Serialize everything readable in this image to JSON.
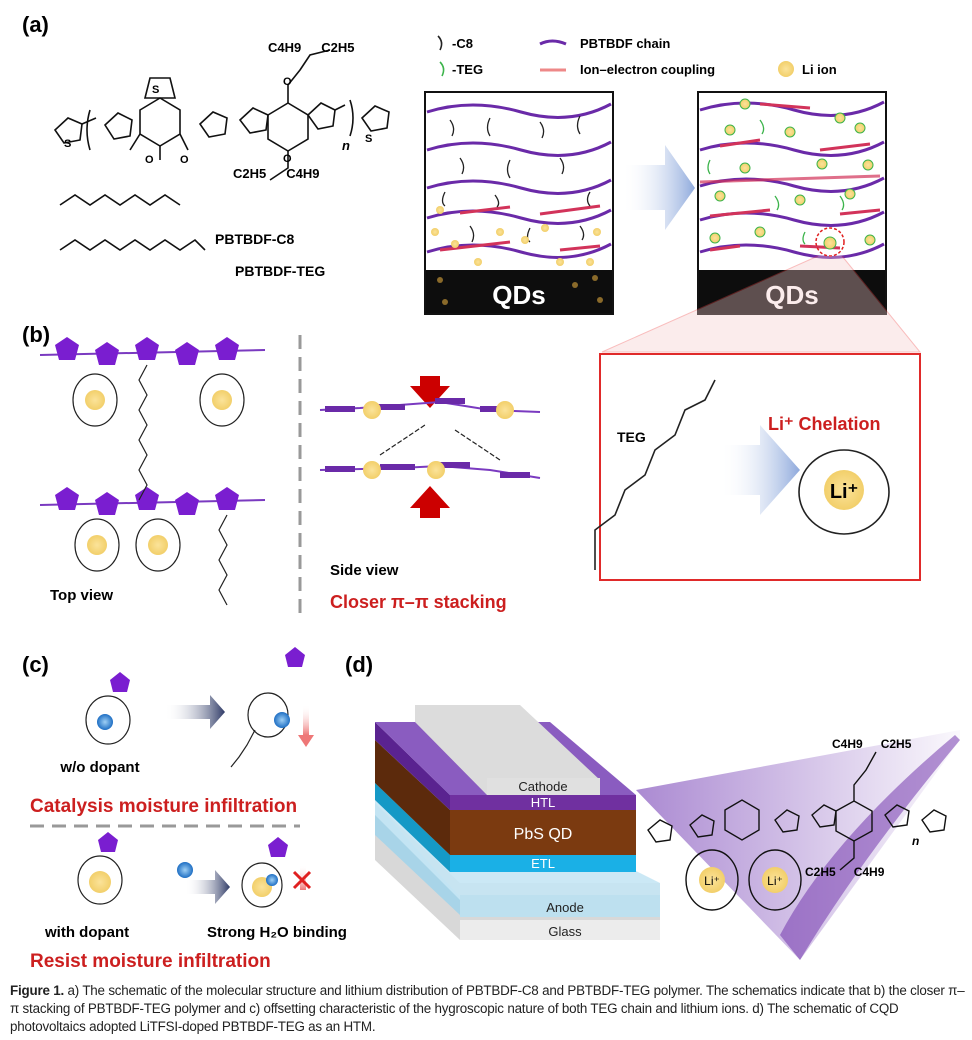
{
  "panels": {
    "a": {
      "label": "(a)",
      "sub_top": "C4H9",
      "sub_top2": "C2H5",
      "sub_bottom": "C2H5",
      "sub_bottom2": "C4H9",
      "repeat_n": "n",
      "c8_name": "PBTBDF-C8",
      "teg_name": "PBTBDF-TEG",
      "legend": {
        "c8": "-C8",
        "teg": "-TEG",
        "chain": "PBTBDF chain",
        "coupling": "Ion–electron coupling",
        "li": "Li ion"
      },
      "qd_left": "QDs",
      "qd_right": "QDs"
    },
    "b": {
      "label": "(b)",
      "top_view": "Top view",
      "side_view": "Side view",
      "stacking": "Closer π–π stacking",
      "teg": "TEG",
      "chelation": "Li⁺ Chelation",
      "li": "Li⁺"
    },
    "c": {
      "label": "(c)",
      "without": "w/o dopant",
      "catalysis": "Catalysis moisture infiltration",
      "with": "with dopant",
      "binding": "Strong H₂O binding",
      "resist": "Resist moisture infiltration"
    },
    "d": {
      "label": "(d)",
      "layers": [
        "Cathode",
        "HTL",
        "PbS QD",
        "ETL",
        "Anode",
        "Glass"
      ],
      "li1": "Li⁺",
      "li2": "Li⁺",
      "sub_top": "C4H9",
      "sub_top2": "C2H5",
      "sub_bottom": "C2H5",
      "sub_bottom2": "C4H9",
      "repeat_n": "n"
    }
  },
  "caption": {
    "lead": "Figure 1.",
    "text": " a) The schematic of the molecular structure and lithium distribution of PBTBDF-C8 and PBTBDF-TEG polymer. The schematics indicate that b) the closer π–π stacking of PBTBDF-TEG polymer and c) offsetting characteristic of the hygroscopic nature of both TEG chain and lithium ions. d) The schematic of CQD photovoltaics adopted LiTFSI-doped PBTBDF-TEG as an HTM."
  },
  "colors": {
    "polymer_purple": "#6a2aa8",
    "coupling_red": "#d2335a",
    "li_yellow": "#f5d77a",
    "teg_green": "#3cb44b",
    "highlight_red": "#cc1f1f",
    "htl": "#7030a0",
    "pbs": "#7b3a10",
    "etl": "#1ab0e6",
    "anode": "#bfe3f2",
    "glass": "#e6e6e6"
  }
}
